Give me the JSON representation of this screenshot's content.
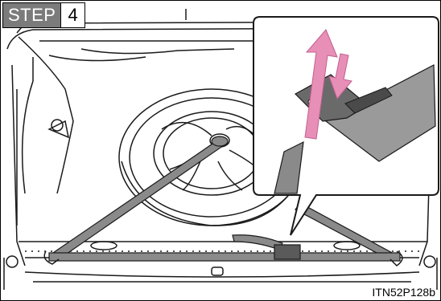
{
  "step": {
    "label": "STEP",
    "number": "4"
  },
  "figure_id": "ITN52P128b",
  "colors": {
    "arrow_pink": "#e88fb8",
    "strap_gray": "#8a8a8a",
    "line": "#1a1a1a"
  }
}
